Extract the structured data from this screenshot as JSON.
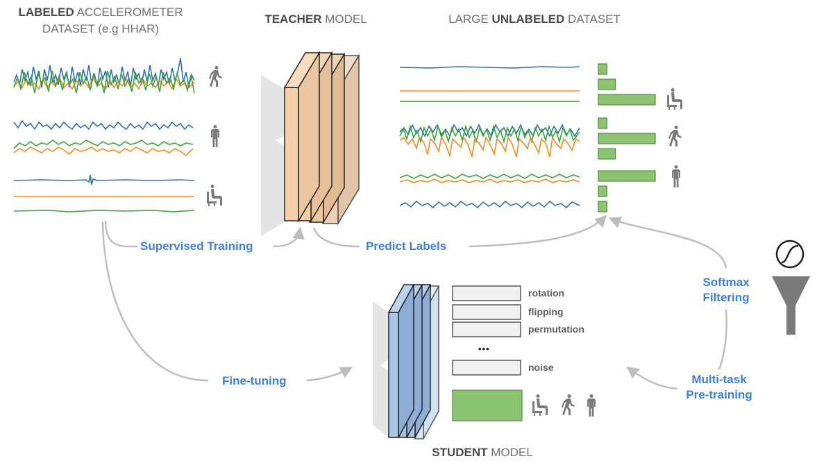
{
  "headers": {
    "labeled_bold": "LABELED",
    "labeled_rest": "ACCELEROMETER",
    "labeled_line2": "DATASET (e.g HHAR)",
    "teacher_bold": "TEACHER",
    "teacher_rest": "MODEL",
    "unlabeled_pre": "LARGE",
    "unlabeled_bold": "UNLABELED",
    "unlabeled_rest": "DATASET",
    "student_bold": "STUDENT",
    "student_rest": "MODEL"
  },
  "arrows": {
    "supervised": "Supervised Training",
    "predict": "Predict Labels",
    "finetune": "Fine-tuning",
    "softmax_line1": "Softmax",
    "softmax_line2": "Filtering",
    "multitask_line1": "Multi-task",
    "multitask_line2": "Pre-training"
  },
  "tasks": [
    "rotation",
    "flipping",
    "permutation",
    "noise"
  ],
  "ellipsis": "•••",
  "activities": [
    "sitting",
    "walking",
    "standing"
  ],
  "predicted_probabilities": [
    {
      "activity": "sitting",
      "bars": [
        0.15,
        0.3,
        1.0
      ]
    },
    {
      "activity": "walking",
      "bars": [
        0.15,
        1.0,
        0.3
      ]
    },
    {
      "activity": "standing",
      "bars": [
        1.0,
        0.15,
        0.15
      ]
    }
  ],
  "colors": {
    "blue_series": "#2f6fb0",
    "orange_series": "#f08a24",
    "green_series": "#3aa33a",
    "bar_fill": "#8cc474",
    "bar_stroke": "#4f8a3a",
    "teacher_fill": "#f5c9a0",
    "student_fill": "#a9c7ea",
    "arrow_gray": "#bdbdbd",
    "accent_text": "#3d7fd9"
  }
}
